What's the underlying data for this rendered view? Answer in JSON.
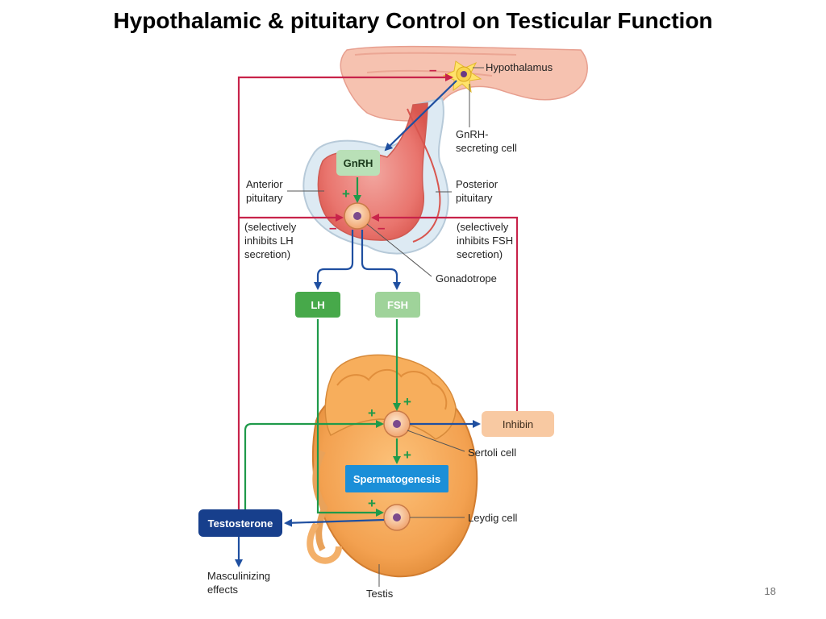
{
  "slide": {
    "title": "Hypothalamic & pituitary Control on Testicular Function",
    "page_number": "18"
  },
  "labels": {
    "hypothalamus": "Hypothalamus",
    "gnrh_cell_1": "GnRH-",
    "gnrh_cell_2": "secreting cell",
    "anterior_1": "Anterior",
    "anterior_2": "pituitary",
    "posterior_1": "Posterior",
    "posterior_2": "pituitary",
    "inhibits_lh_1": "(selectively",
    "inhibits_lh_2": "inhibits LH",
    "inhibits_lh_3": "secretion)",
    "inhibits_fsh_1": "(selectively",
    "inhibits_fsh_2": "inhibits FSH",
    "inhibits_fsh_3": "secretion)",
    "gonadotrope": "Gonadotrope",
    "sertoli": "Sertoli cell",
    "leydig": "Leydig cell",
    "masculinizing_1": "Masculinizing",
    "masculinizing_2": "effects",
    "testis": "Testis"
  },
  "boxes": {
    "gnrh": "GnRH",
    "lh": "LH",
    "fsh": "FSH",
    "inhibin": "Inhibin",
    "spermatogenesis": "Spermatogenesis",
    "testosterone": "Testosterone"
  },
  "signs": {
    "plus": "+",
    "minus": "–"
  },
  "colors": {
    "stimulate": "#1f9a4a",
    "secretion": "#1f4fa0",
    "inhibit": "#c8234a",
    "gnrh_box": "#b9e0b7",
    "lh_box": "#47a94a",
    "fsh_box": "#9fd39a",
    "inhibin_box": "#f8c9a2",
    "sperm_box": "#1b8fd8",
    "testo_box": "#173f8c"
  }
}
